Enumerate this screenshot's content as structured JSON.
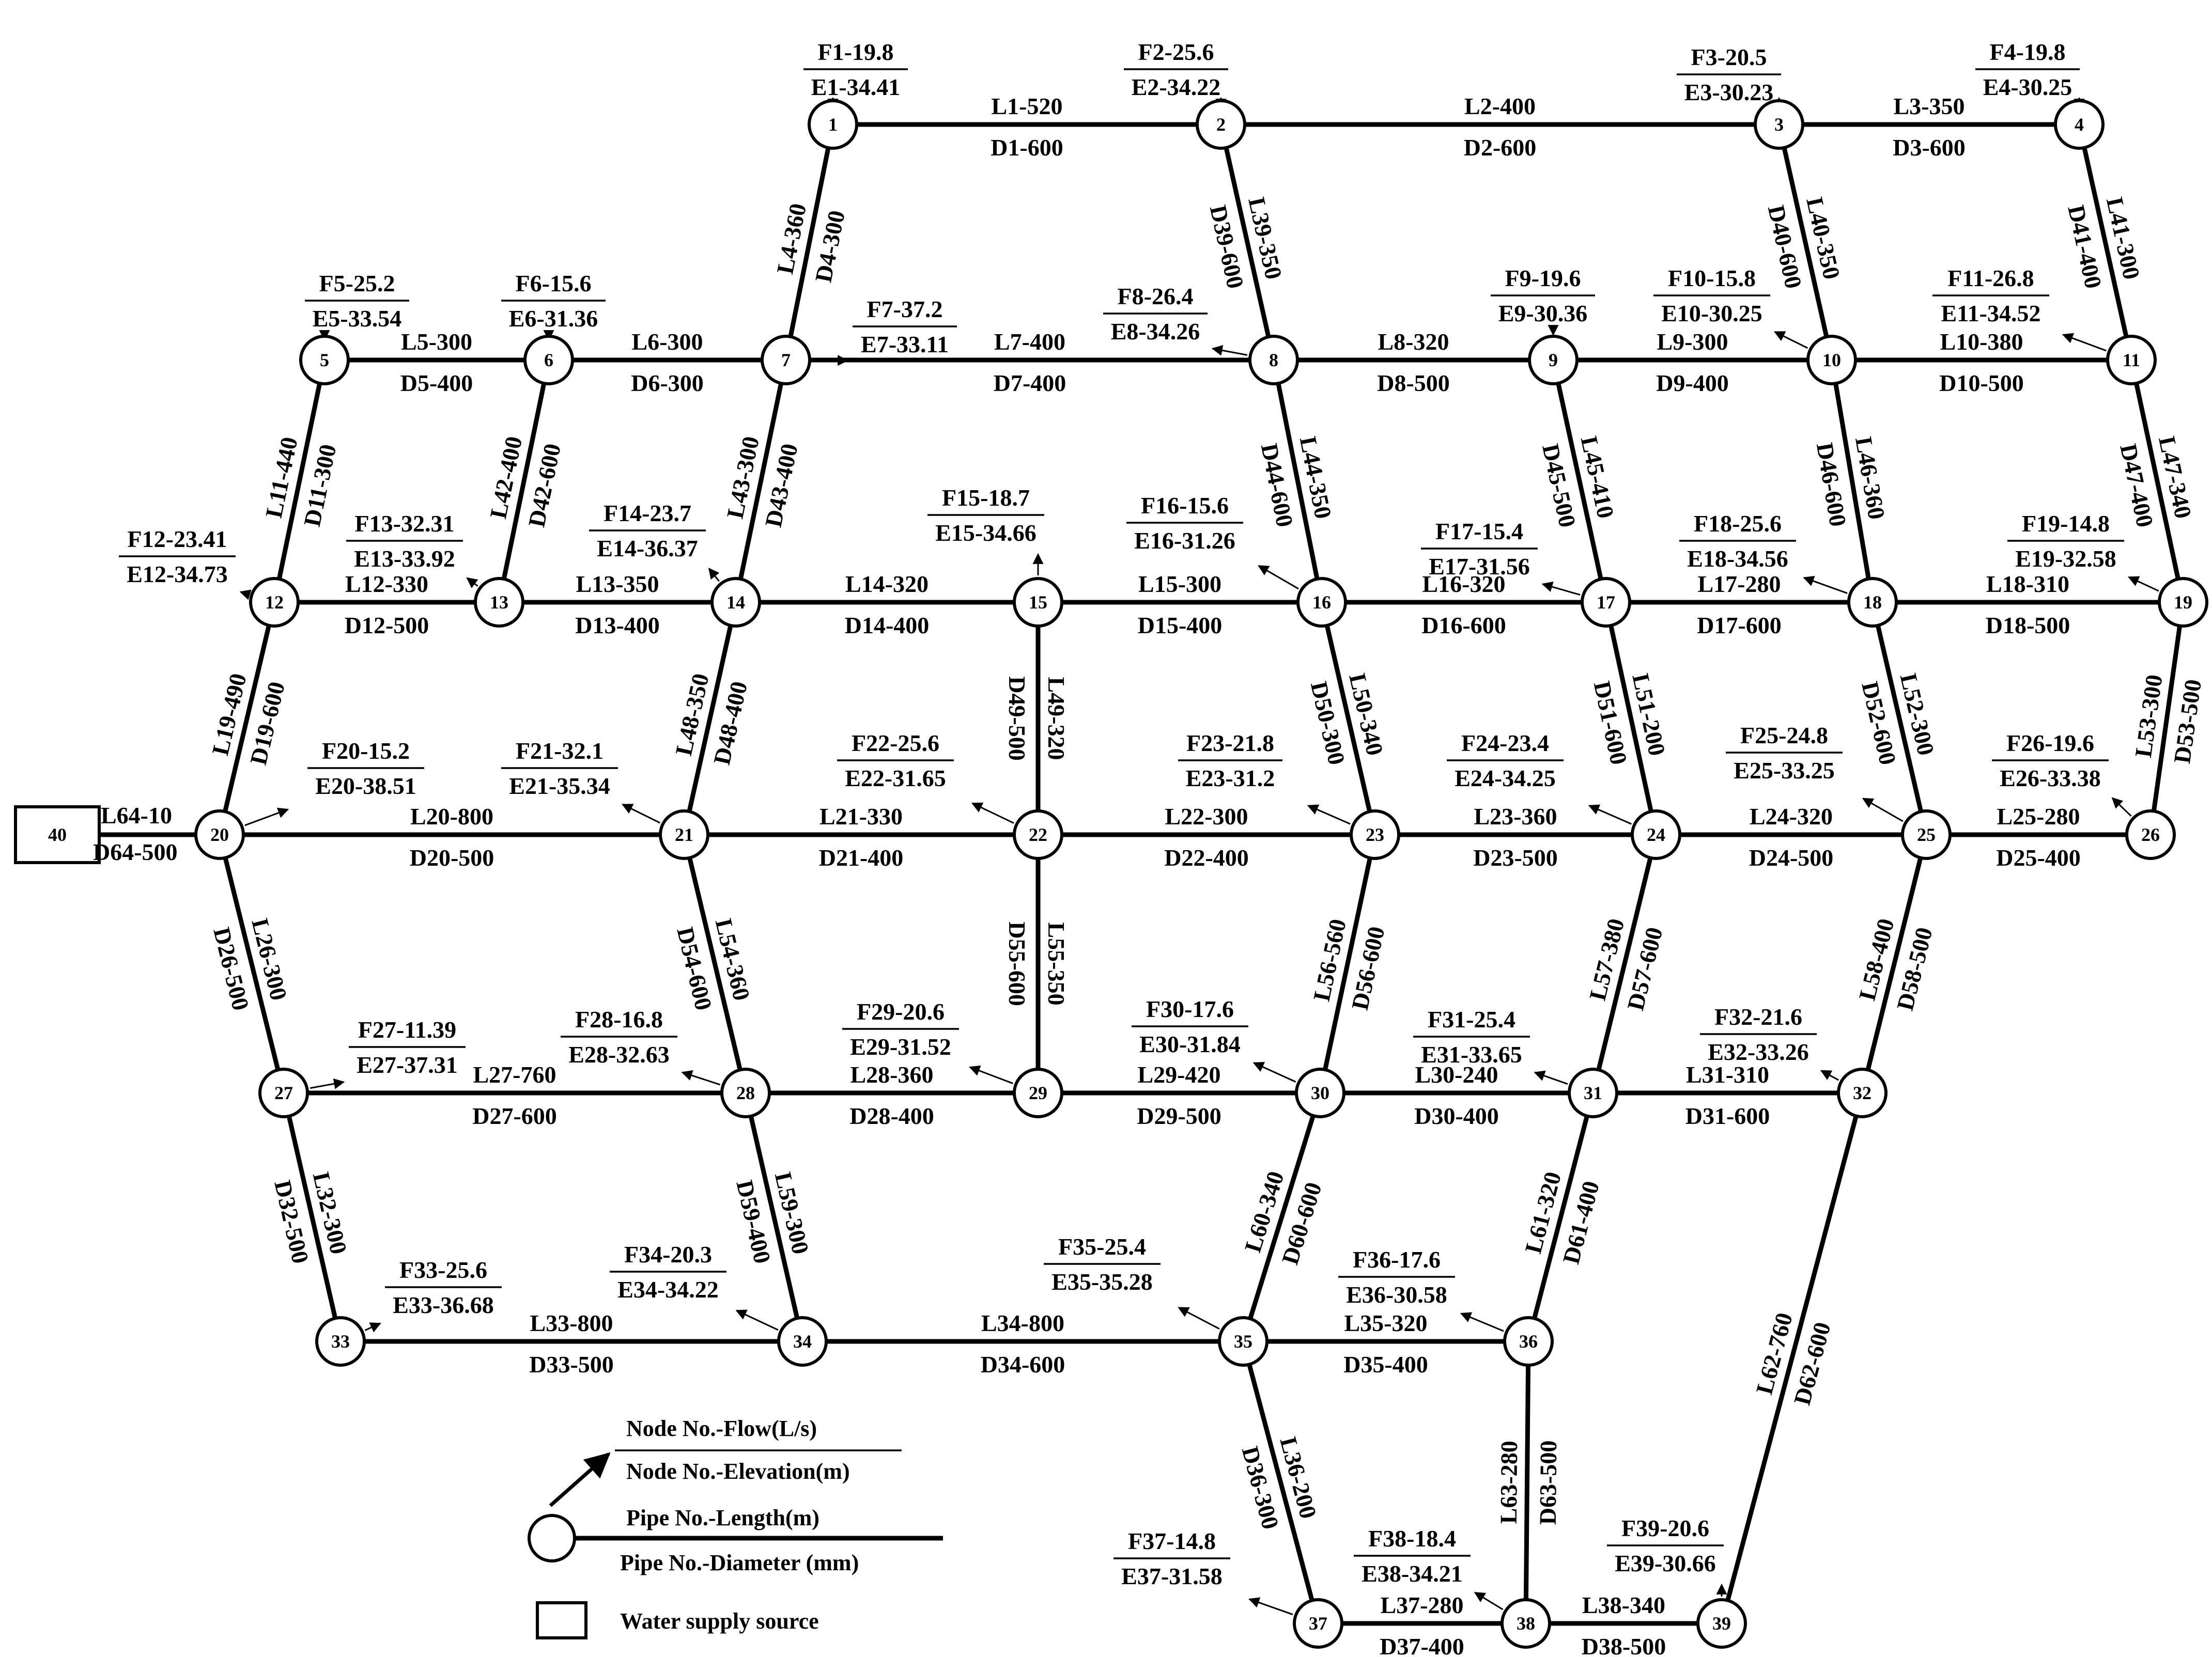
{
  "source_node": {
    "id": "40",
    "pipe_length": "L64-10",
    "pipe_diameter": "D64-500"
  },
  "nodes": [
    {
      "id": "1",
      "flow": "F1-19.8",
      "elev": "E1-34.41"
    },
    {
      "id": "2",
      "flow": "F2-25.6",
      "elev": "E2-34.22"
    },
    {
      "id": "3",
      "flow": "F3-20.5",
      "elev": "E3-30.23"
    },
    {
      "id": "4",
      "flow": "F4-19.8",
      "elev": "E4-30.25"
    },
    {
      "id": "5",
      "flow": "F5-25.2",
      "elev": "E5-33.54"
    },
    {
      "id": "6",
      "flow": "F6-15.6",
      "elev": "E6-31.36"
    },
    {
      "id": "7",
      "flow": "F7-37.2",
      "elev": "E7-33.11"
    },
    {
      "id": "8",
      "flow": "F8-26.4",
      "elev": "E8-34.26"
    },
    {
      "id": "9",
      "flow": "F9-19.6",
      "elev": "E9-30.36"
    },
    {
      "id": "10",
      "flow": "F10-15.8",
      "elev": "E10-30.25"
    },
    {
      "id": "11",
      "flow": "F11-26.8",
      "elev": "E11-34.52"
    },
    {
      "id": "12",
      "flow": "F12-23.41",
      "elev": "E12-34.73"
    },
    {
      "id": "13",
      "flow": "F13-32.31",
      "elev": "E13-33.92"
    },
    {
      "id": "14",
      "flow": "F14-23.7",
      "elev": "E14-36.37"
    },
    {
      "id": "15",
      "flow": "F15-18.7",
      "elev": "E15-34.66"
    },
    {
      "id": "16",
      "flow": "F16-15.6",
      "elev": "E16-31.26"
    },
    {
      "id": "17",
      "flow": "F17-15.4",
      "elev": "E17-31.56"
    },
    {
      "id": "18",
      "flow": "F18-25.6",
      "elev": "E18-34.56"
    },
    {
      "id": "19",
      "flow": "F19-14.8",
      "elev": "E19-32.58"
    },
    {
      "id": "20",
      "flow": "F20-15.2",
      "elev": "E20-38.51"
    },
    {
      "id": "21",
      "flow": "F21-32.1",
      "elev": "E21-35.34"
    },
    {
      "id": "22",
      "flow": "F22-25.6",
      "elev": "E22-31.65"
    },
    {
      "id": "23",
      "flow": "F23-21.8",
      "elev": "E23-31.2"
    },
    {
      "id": "24",
      "flow": "F24-23.4",
      "elev": "E24-34.25"
    },
    {
      "id": "25",
      "flow": "F25-24.8",
      "elev": "E25-33.25"
    },
    {
      "id": "26",
      "flow": "F26-19.6",
      "elev": "E26-33.38"
    },
    {
      "id": "27",
      "flow": "F27-11.39",
      "elev": "E27-37.31"
    },
    {
      "id": "28",
      "flow": "F28-16.8",
      "elev": "E28-32.63"
    },
    {
      "id": "29",
      "flow": "F29-20.6",
      "elev": "E29-31.52"
    },
    {
      "id": "30",
      "flow": "F30-17.6",
      "elev": "E30-31.84"
    },
    {
      "id": "31",
      "flow": "F31-25.4",
      "elev": "E31-33.65"
    },
    {
      "id": "32",
      "flow": "F32-21.6",
      "elev": "E32-33.26"
    },
    {
      "id": "33",
      "flow": "F33-25.6",
      "elev": "E33-36.68"
    },
    {
      "id": "34",
      "flow": "F34-20.3",
      "elev": "E34-34.22"
    },
    {
      "id": "35",
      "flow": "F35-25.4",
      "elev": "E35-35.28"
    },
    {
      "id": "36",
      "flow": "F36-17.6",
      "elev": "E36-30.58"
    },
    {
      "id": "37",
      "flow": "F37-14.8",
      "elev": "E37-31.58"
    },
    {
      "id": "38",
      "flow": "F38-18.4",
      "elev": "E38-34.21"
    },
    {
      "id": "39",
      "flow": "F39-20.6",
      "elev": "E39-30.66"
    }
  ],
  "pipes": [
    {
      "id": "1",
      "from": "1",
      "to": "2",
      "len": "L1-520",
      "dia": "D1-600"
    },
    {
      "id": "2",
      "from": "2",
      "to": "3",
      "len": "L2-400",
      "dia": "D2-600"
    },
    {
      "id": "3",
      "from": "3",
      "to": "4",
      "len": "L3-350",
      "dia": "D3-600"
    },
    {
      "id": "4",
      "from": "1",
      "to": "7",
      "len": "L4-360",
      "dia": "D4-300"
    },
    {
      "id": "5",
      "from": "5",
      "to": "6",
      "len": "L5-300",
      "dia": "D5-400"
    },
    {
      "id": "6",
      "from": "6",
      "to": "7",
      "len": "L6-300",
      "dia": "D6-300"
    },
    {
      "id": "7",
      "from": "7",
      "to": "8",
      "len": "L7-400",
      "dia": "D7-400"
    },
    {
      "id": "8",
      "from": "8",
      "to": "9",
      "len": "L8-320",
      "dia": "D8-500"
    },
    {
      "id": "9",
      "from": "9",
      "to": "10",
      "len": "L9-300",
      "dia": "D9-400"
    },
    {
      "id": "10",
      "from": "10",
      "to": "11",
      "len": "L10-380",
      "dia": "D10-500"
    },
    {
      "id": "11",
      "from": "5",
      "to": "12",
      "len": "L11-440",
      "dia": "D11-300"
    },
    {
      "id": "12",
      "from": "12",
      "to": "13",
      "len": "L12-330",
      "dia": "D12-500"
    },
    {
      "id": "13",
      "from": "13",
      "to": "14",
      "len": "L13-350",
      "dia": "D13-400"
    },
    {
      "id": "14",
      "from": "14",
      "to": "15",
      "len": "L14-320",
      "dia": "D14-400"
    },
    {
      "id": "15",
      "from": "15",
      "to": "16",
      "len": "L15-300",
      "dia": "D15-400"
    },
    {
      "id": "16",
      "from": "16",
      "to": "17",
      "len": "L16-320",
      "dia": "D16-600"
    },
    {
      "id": "17",
      "from": "17",
      "to": "18",
      "len": "L17-280",
      "dia": "D17-600"
    },
    {
      "id": "18",
      "from": "18",
      "to": "19",
      "len": "L18-310",
      "dia": "D18-500"
    },
    {
      "id": "19",
      "from": "12",
      "to": "20",
      "len": "L19-490",
      "dia": "D19-600"
    },
    {
      "id": "20",
      "from": "20",
      "to": "21",
      "len": "L20-800",
      "dia": "D20-500"
    },
    {
      "id": "21",
      "from": "21",
      "to": "22",
      "len": "L21-330",
      "dia": "D21-400"
    },
    {
      "id": "22",
      "from": "22",
      "to": "23",
      "len": "L22-300",
      "dia": "D22-400"
    },
    {
      "id": "23",
      "from": "23",
      "to": "24",
      "len": "L23-360",
      "dia": "D23-500"
    },
    {
      "id": "24",
      "from": "24",
      "to": "25",
      "len": "L24-320",
      "dia": "D24-500"
    },
    {
      "id": "25",
      "from": "25",
      "to": "26",
      "len": "L25-280",
      "dia": "D25-400"
    },
    {
      "id": "26",
      "from": "20",
      "to": "27",
      "len": "L26-300",
      "dia": "D26-500"
    },
    {
      "id": "27",
      "from": "27",
      "to": "28",
      "len": "L27-760",
      "dia": "D27-600"
    },
    {
      "id": "28",
      "from": "28",
      "to": "29",
      "len": "L28-360",
      "dia": "D28-400"
    },
    {
      "id": "29",
      "from": "29",
      "to": "30",
      "len": "L29-420",
      "dia": "D29-500"
    },
    {
      "id": "30",
      "from": "30",
      "to": "31",
      "len": "L30-240",
      "dia": "D30-400"
    },
    {
      "id": "31",
      "from": "31",
      "to": "32",
      "len": "L31-310",
      "dia": "D31-600"
    },
    {
      "id": "32",
      "from": "27",
      "to": "33",
      "len": "L32-300",
      "dia": "D32-500"
    },
    {
      "id": "33",
      "from": "33",
      "to": "34",
      "len": "L33-800",
      "dia": "D33-500"
    },
    {
      "id": "34",
      "from": "34",
      "to": "35",
      "len": "L34-800",
      "dia": "D34-600"
    },
    {
      "id": "35",
      "from": "35",
      "to": "36",
      "len": "L35-320",
      "dia": "D35-400"
    },
    {
      "id": "36",
      "from": "35",
      "to": "37",
      "len": "L36-200",
      "dia": "D36-300"
    },
    {
      "id": "37",
      "from": "37",
      "to": "38",
      "len": "L37-280",
      "dia": "D37-400"
    },
    {
      "id": "38",
      "from": "38",
      "to": "39",
      "len": "L38-340",
      "dia": "D38-500"
    },
    {
      "id": "39",
      "from": "2",
      "to": "8",
      "len": "L39-350",
      "dia": "D39-600"
    },
    {
      "id": "40",
      "from": "3",
      "to": "10",
      "len": "L40-350",
      "dia": "D40-600"
    },
    {
      "id": "41",
      "from": "4",
      "to": "11",
      "len": "L41-300",
      "dia": "D41-400"
    },
    {
      "id": "42",
      "from": "6",
      "to": "13",
      "len": "L42-400",
      "dia": "D42-600"
    },
    {
      "id": "43",
      "from": "7",
      "to": "14",
      "len": "L43-300",
      "dia": "D43-400"
    },
    {
      "id": "44",
      "from": "8",
      "to": "16",
      "len": "L44-350",
      "dia": "D44-600"
    },
    {
      "id": "45",
      "from": "9",
      "to": "17",
      "len": "L45-410",
      "dia": "D45-500"
    },
    {
      "id": "46",
      "from": "10",
      "to": "18",
      "len": "L46-360",
      "dia": "D46-600"
    },
    {
      "id": "47",
      "from": "11",
      "to": "19",
      "len": "L47-340",
      "dia": "D47-400"
    },
    {
      "id": "48",
      "from": "14",
      "to": "21",
      "len": "L48-350",
      "dia": "D48-400"
    },
    {
      "id": "49",
      "from": "15",
      "to": "22",
      "len": "L49-320",
      "dia": "D49-500"
    },
    {
      "id": "50",
      "from": "16",
      "to": "23",
      "len": "L50-340",
      "dia": "D50-300"
    },
    {
      "id": "51",
      "from": "17",
      "to": "24",
      "len": "L51-200",
      "dia": "D51-600"
    },
    {
      "id": "52",
      "from": "18",
      "to": "25",
      "len": "L52-300",
      "dia": "D52-600"
    },
    {
      "id": "53",
      "from": "19",
      "to": "26",
      "len": "L53-300",
      "dia": "D53-500"
    },
    {
      "id": "54",
      "from": "21",
      "to": "28",
      "len": "L54-360",
      "dia": "D54-600"
    },
    {
      "id": "55",
      "from": "22",
      "to": "29",
      "len": "L55-350",
      "dia": "D55-600"
    },
    {
      "id": "56",
      "from": "23",
      "to": "30",
      "len": "L56-560",
      "dia": "D56-600"
    },
    {
      "id": "57",
      "from": "24",
      "to": "31",
      "len": "L57-380",
      "dia": "D57-600"
    },
    {
      "id": "58",
      "from": "25",
      "to": "32",
      "len": "L58-400",
      "dia": "D58-500"
    },
    {
      "id": "59",
      "from": "28",
      "to": "34",
      "len": "L59-300",
      "dia": "D59-400"
    },
    {
      "id": "60",
      "from": "30",
      "to": "35",
      "len": "L60-340",
      "dia": "D60-600"
    },
    {
      "id": "61",
      "from": "31",
      "to": "36",
      "len": "L61-320",
      "dia": "D61-400"
    },
    {
      "id": "62",
      "from": "32",
      "to": "39",
      "len": "L62-760",
      "dia": "D62-600"
    },
    {
      "id": "63",
      "from": "36",
      "to": "38",
      "len": "L63-280",
      "dia": "D63-500"
    }
  ],
  "legend": {
    "flow": "Node No.-Flow(L/s)",
    "elevation": "Node No.-Elevation(m)",
    "length": "Pipe No.-Length(m)",
    "diameter": "Pipe No.-Diameter (mm)",
    "source": "Water supply source"
  }
}
